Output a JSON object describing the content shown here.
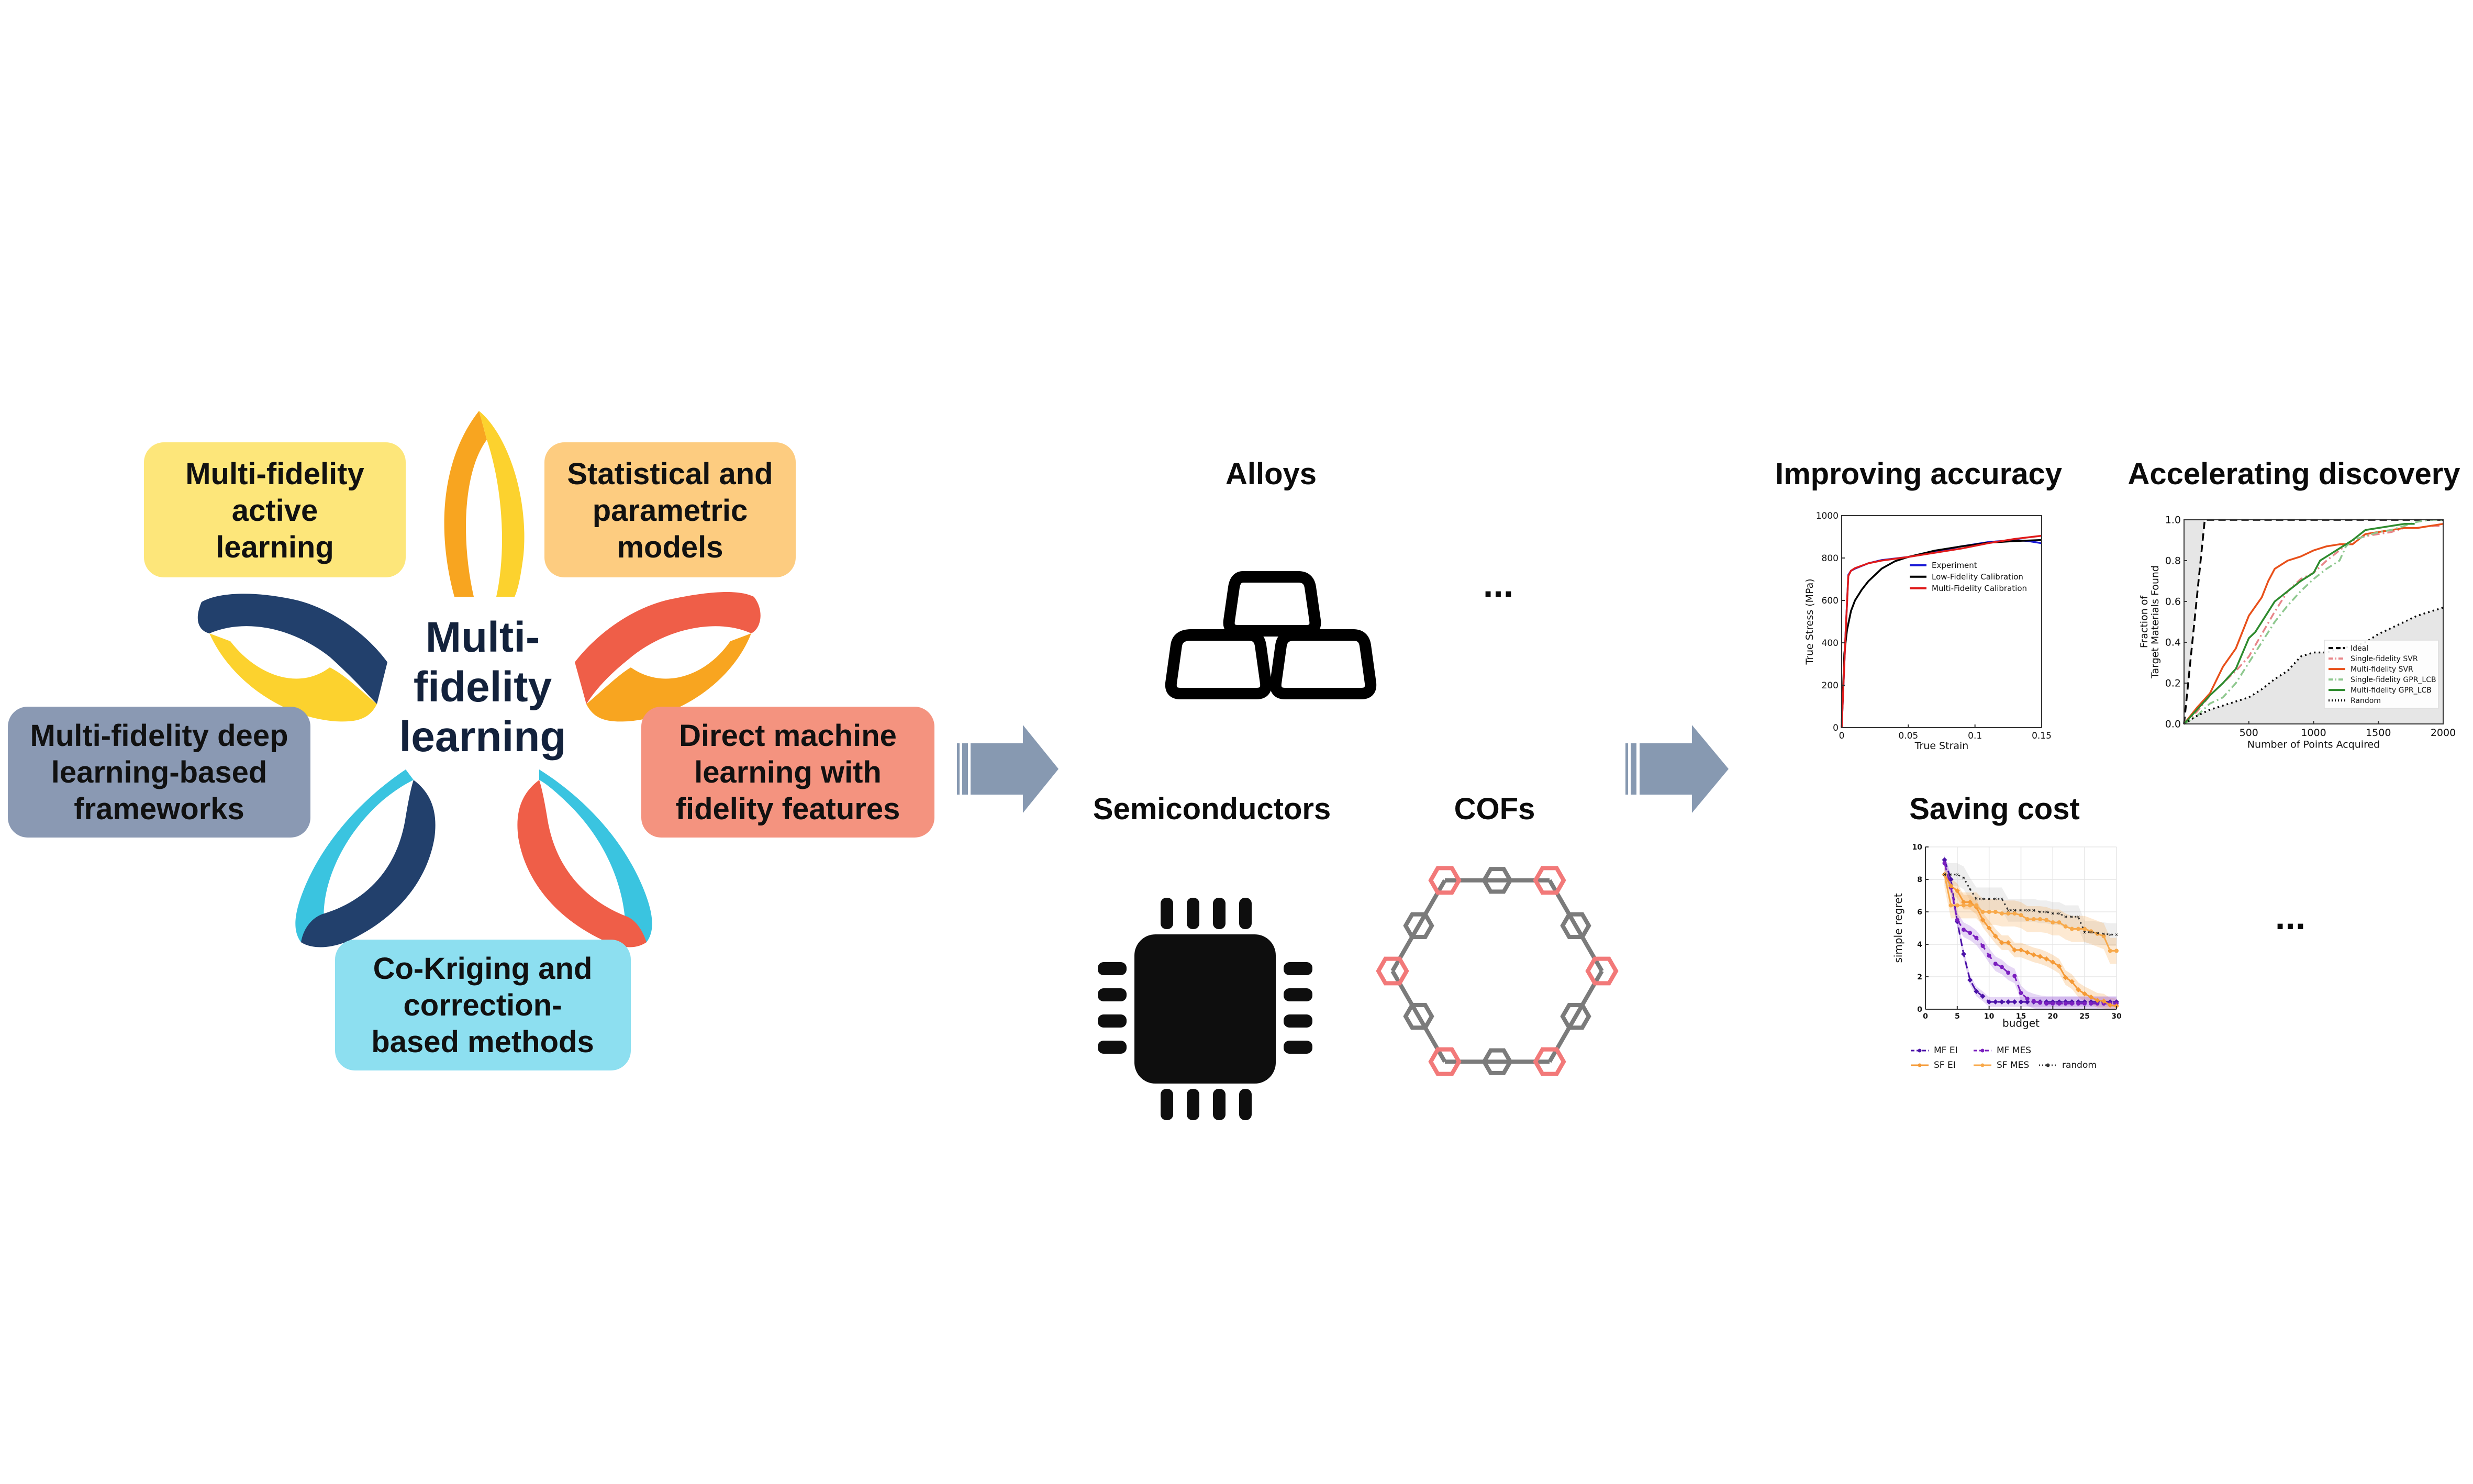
{
  "diagram": {
    "center_label_lines": [
      "Multi-",
      "fidelity",
      "learning"
    ],
    "methods": [
      {
        "id": "active-learning",
        "lines": [
          "Multi-fidelity",
          "active",
          "learning"
        ],
        "color": "#fde67a"
      },
      {
        "id": "statistical",
        "lines": [
          "Statistical and",
          "parametric",
          "models"
        ],
        "color": "#fdcc80"
      },
      {
        "id": "deep-learning",
        "lines": [
          "Multi-fidelity deep",
          "learning-based",
          "frameworks"
        ],
        "color": "#8a99b3"
      },
      {
        "id": "direct-ml",
        "lines": [
          "Direct machine",
          "learning with",
          "fidelity features"
        ],
        "color": "#f4937f"
      },
      {
        "id": "co-kriging",
        "lines": [
          "Co-Kriging and",
          "correction-",
          "based methods"
        ],
        "color": "#8ddff0"
      }
    ],
    "petal_colors": {
      "yellow": "#fcd22e",
      "orange": "#f8a520",
      "navy": "#22406c",
      "red": "#ef5e48",
      "cyan": "#3ac4e0"
    },
    "arrow_color": "#8799b1"
  },
  "materials": {
    "alloys_label": "Alloys",
    "semiconductors_label": "Semiconductors",
    "cofs_label": "COFs",
    "more_label": "...",
    "cof_node_color": "#f27979",
    "cof_link_color": "#7b7b7b"
  },
  "outcomes": {
    "accuracy_label": "Improving accuracy",
    "discovery_label": "Accelerating discovery",
    "cost_label": "Saving cost",
    "more_label": "..."
  },
  "chart_data": [
    {
      "id": "accuracy",
      "type": "line",
      "title": "Improving accuracy",
      "xlabel": "True Strain",
      "ylabel": "True Stress (MPa)",
      "xlim": [
        0,
        0.15
      ],
      "ylim": [
        0,
        1000
      ],
      "xticks": [
        0,
        0.05,
        0.1,
        0.15
      ],
      "xtick_labels": [
        "0",
        "0.05",
        "0.1",
        "0.15"
      ],
      "yticks": [
        0,
        200,
        400,
        600,
        800,
        1000
      ],
      "ytick_labels": [
        "0",
        "200",
        "400",
        "600",
        "800",
        "1000"
      ],
      "grid": false,
      "legend_position": "center-right",
      "series": [
        {
          "name": "Experiment",
          "color": "#1a1ad6",
          "x": [
            0,
            0.003,
            0.005,
            0.007,
            0.01,
            0.02,
            0.03,
            0.05,
            0.07,
            0.09,
            0.11,
            0.13,
            0.14,
            0.15
          ],
          "y": [
            0,
            450,
            720,
            740,
            750,
            775,
            790,
            805,
            830,
            855,
            875,
            885,
            880,
            870
          ]
        },
        {
          "name": "Low-Fidelity Calibration",
          "color": "#000000",
          "x": [
            0,
            0.002,
            0.004,
            0.007,
            0.01,
            0.015,
            0.02,
            0.03,
            0.04,
            0.05,
            0.07,
            0.09,
            0.11,
            0.13,
            0.15
          ],
          "y": [
            0,
            350,
            460,
            550,
            600,
            650,
            690,
            750,
            785,
            805,
            835,
            855,
            872,
            880,
            885
          ]
        },
        {
          "name": "Multi-Fidelity Calibration",
          "color": "#e01a1a",
          "x": [
            0,
            0.003,
            0.005,
            0.007,
            0.01,
            0.02,
            0.03,
            0.05,
            0.07,
            0.09,
            0.11,
            0.13,
            0.15
          ],
          "y": [
            0,
            450,
            715,
            740,
            752,
            775,
            788,
            805,
            825,
            845,
            870,
            890,
            905
          ]
        }
      ]
    },
    {
      "id": "discovery",
      "type": "line",
      "title": "Accelerating discovery",
      "xlabel": "Number of Points Acquired",
      "ylabel": "Fraction of Target Materials Found",
      "ylabel_lines": [
        "Fraction of",
        "Target Materials Found"
      ],
      "xlim": [
        0,
        2000
      ],
      "ylim": [
        0,
        1.0
      ],
      "xticks": [
        500,
        1000,
        1500,
        2000
      ],
      "xtick_labels": [
        "500",
        "1000",
        "1500",
        "2000"
      ],
      "yticks": [
        0,
        0.2,
        0.4,
        0.6,
        0.8,
        1.0
      ],
      "ytick_labels": [
        "0.0",
        "0.2",
        "0.4",
        "0.6",
        "0.8",
        "1.0"
      ],
      "grid": false,
      "legend_position": "lower-right",
      "series": [
        {
          "name": "Ideal",
          "color": "#000000",
          "dash": "dashed",
          "x": [
            0,
            160,
            2000
          ],
          "y": [
            0,
            1.0,
            1.0
          ]
        },
        {
          "name": "Single-fidelity SVR",
          "color": "#e8868a",
          "dash": "dashdot",
          "x": [
            0,
            100,
            200,
            300,
            400,
            500,
            600,
            700,
            800,
            900,
            1000,
            1100,
            1200,
            1300,
            1400,
            1500,
            1600,
            1700,
            1800,
            1900,
            2000
          ],
          "y": [
            0,
            0.06,
            0.14,
            0.2,
            0.26,
            0.33,
            0.44,
            0.55,
            0.65,
            0.71,
            0.74,
            0.8,
            0.85,
            0.9,
            0.92,
            0.93,
            0.94,
            0.96,
            0.96,
            0.97,
            0.97
          ]
        },
        {
          "name": "Multi-fidelity SVR",
          "color": "#e8501a",
          "dash": "solid",
          "x": [
            0,
            100,
            200,
            300,
            400,
            500,
            600,
            650,
            700,
            800,
            900,
            1000,
            1100,
            1200,
            1300,
            1400,
            1500,
            1600,
            1700,
            1800,
            1900,
            2000
          ],
          "y": [
            0,
            0.08,
            0.15,
            0.28,
            0.37,
            0.53,
            0.62,
            0.7,
            0.76,
            0.8,
            0.82,
            0.85,
            0.87,
            0.88,
            0.88,
            0.93,
            0.94,
            0.95,
            0.96,
            0.96,
            0.97,
            0.98
          ]
        },
        {
          "name": "Single-fidelity GPR_LCB",
          "color": "#8fc88f",
          "dash": "dashdot",
          "x": [
            0,
            100,
            200,
            300,
            400,
            500,
            600,
            700,
            800,
            900,
            1000,
            1100,
            1150,
            1200,
            1250,
            1300,
            1400,
            1500,
            1600,
            1700,
            1800,
            1900,
            2000
          ],
          "y": [
            0,
            0.04,
            0.1,
            0.13,
            0.2,
            0.3,
            0.4,
            0.5,
            0.58,
            0.65,
            0.71,
            0.76,
            0.78,
            0.8,
            0.87,
            0.9,
            0.92,
            0.94,
            0.95,
            0.97,
            0.99,
            1.0,
            1.0
          ]
        },
        {
          "name": "Multi-fidelity GPR_LCB",
          "color": "#2e8b2e",
          "dash": "solid",
          "x": [
            0,
            100,
            200,
            300,
            400,
            500,
            550,
            600,
            700,
            800,
            900,
            1000,
            1050,
            1100,
            1200,
            1300,
            1400,
            1500,
            1600,
            1700,
            1780
          ],
          "y": [
            0,
            0.07,
            0.14,
            0.2,
            0.27,
            0.42,
            0.45,
            0.5,
            0.6,
            0.65,
            0.7,
            0.74,
            0.8,
            0.82,
            0.86,
            0.9,
            0.95,
            0.96,
            0.97,
            0.98,
            0.98
          ]
        },
        {
          "name": "Random",
          "color": "#000000",
          "dash": "dotted",
          "x": [
            0,
            100,
            200,
            300,
            400,
            500,
            600,
            700,
            800,
            900,
            1000,
            1100,
            1200,
            1300,
            1400,
            1500,
            1600,
            1700,
            1800,
            1900,
            2000
          ],
          "y": [
            0,
            0.04,
            0.07,
            0.09,
            0.11,
            0.13,
            0.17,
            0.22,
            0.26,
            0.33,
            0.35,
            0.35,
            0.37,
            0.38,
            0.4,
            0.44,
            0.47,
            0.5,
            0.53,
            0.55,
            0.57
          ]
        }
      ]
    },
    {
      "id": "cost",
      "type": "line",
      "title": "Saving cost",
      "xlabel": "budget",
      "ylabel": "simple regret",
      "xlim": [
        0,
        30
      ],
      "ylim": [
        0,
        10
      ],
      "xticks": [
        0,
        5,
        10,
        15,
        20,
        25,
        30
      ],
      "xtick_labels": [
        "0",
        "5",
        "10",
        "15",
        "20",
        "25",
        "30"
      ],
      "yticks": [
        0,
        2,
        4,
        6,
        8,
        10
      ],
      "ytick_labels": [
        "0",
        "2",
        "4",
        "6",
        "8",
        "10"
      ],
      "grid": true,
      "legend_position": "bottom",
      "series": [
        {
          "name": "MF EI",
          "color": "#4b12a8",
          "dash": "dashed",
          "marker": "diamond",
          "x": [
            3,
            4,
            5,
            6,
            7,
            8,
            9,
            10,
            11,
            12,
            13,
            14,
            15,
            16,
            17,
            18,
            19,
            20,
            21,
            22,
            23,
            24,
            25,
            26,
            27,
            28,
            29,
            30
          ],
          "y": [
            9.2,
            8.0,
            5.4,
            3.4,
            1.8,
            1.1,
            0.8,
            0.45,
            0.45,
            0.45,
            0.45,
            0.45,
            0.45,
            0.45,
            0.45,
            0.45,
            0.45,
            0.45,
            0.45,
            0.45,
            0.45,
            0.45,
            0.45,
            0.45,
            0.45,
            0.45,
            0.45,
            0.45
          ]
        },
        {
          "name": "MF MES",
          "color": "#7a1fbf",
          "dash": "dashed",
          "marker": "circle",
          "x": [
            3,
            4,
            5,
            6,
            7,
            8,
            9,
            10,
            11,
            12,
            13,
            14,
            15,
            16,
            17,
            18,
            19,
            20,
            21,
            22,
            23,
            24,
            25,
            26,
            27,
            28,
            29,
            30
          ],
          "y": [
            9.0,
            7.5,
            5.5,
            4.9,
            4.7,
            4.4,
            3.9,
            3.3,
            2.8,
            2.6,
            2.25,
            2.05,
            1.0,
            0.65,
            0.5,
            0.4,
            0.35,
            0.35,
            0.35,
            0.35,
            0.35,
            0.35,
            0.35,
            0.35,
            0.35,
            0.35,
            0.35,
            0.35
          ]
        },
        {
          "name": "SF EI",
          "color": "#f59a36",
          "dash": "solid",
          "marker": "diamond",
          "x": [
            3,
            4,
            5,
            6,
            7,
            8,
            9,
            10,
            11,
            12,
            13,
            14,
            15,
            16,
            17,
            18,
            19,
            20,
            21,
            22,
            23,
            24,
            25,
            26,
            27,
            28,
            29,
            30
          ],
          "y": [
            8.3,
            7.6,
            7.3,
            6.6,
            6.6,
            6.3,
            5.5,
            5.0,
            4.5,
            4.1,
            4.1,
            3.65,
            3.65,
            3.5,
            3.35,
            3.25,
            3.1,
            2.9,
            2.65,
            1.95,
            1.7,
            1.2,
            0.95,
            0.75,
            0.55,
            0.5,
            0.25,
            0.2
          ]
        },
        {
          "name": "SF MES",
          "color": "#f8a94a",
          "dash": "solid",
          "marker": "circle",
          "x": [
            3,
            4,
            5,
            6,
            7,
            8,
            9,
            10,
            11,
            12,
            13,
            14,
            15,
            16,
            17,
            18,
            19,
            20,
            21,
            22,
            23,
            24,
            25,
            26,
            27,
            28,
            29,
            30
          ],
          "y": [
            8.3,
            6.4,
            6.4,
            6.4,
            6.4,
            6.4,
            6.0,
            6.0,
            6.0,
            5.9,
            5.9,
            5.9,
            5.8,
            5.55,
            5.55,
            5.55,
            5.5,
            5.35,
            5.35,
            5.1,
            4.95,
            4.95,
            4.95,
            4.8,
            4.65,
            4.5,
            3.6,
            3.6
          ]
        },
        {
          "name": "random",
          "color": "#333333",
          "dash": "dotted",
          "marker": "x",
          "x": [
            3,
            4,
            5,
            6,
            7,
            8,
            9,
            10,
            11,
            12,
            13,
            14,
            15,
            16,
            17,
            18,
            19,
            20,
            21,
            22,
            23,
            24,
            25,
            26,
            27,
            28,
            29,
            30
          ],
          "y": [
            8.3,
            8.3,
            8.3,
            8.1,
            7.4,
            6.8,
            6.8,
            6.8,
            6.8,
            6.8,
            6.1,
            6.1,
            6.1,
            6.1,
            6.1,
            6.0,
            6.0,
            5.9,
            5.9,
            5.7,
            5.7,
            5.7,
            4.75,
            4.75,
            4.7,
            4.65,
            4.6,
            4.6
          ]
        }
      ]
    }
  ]
}
